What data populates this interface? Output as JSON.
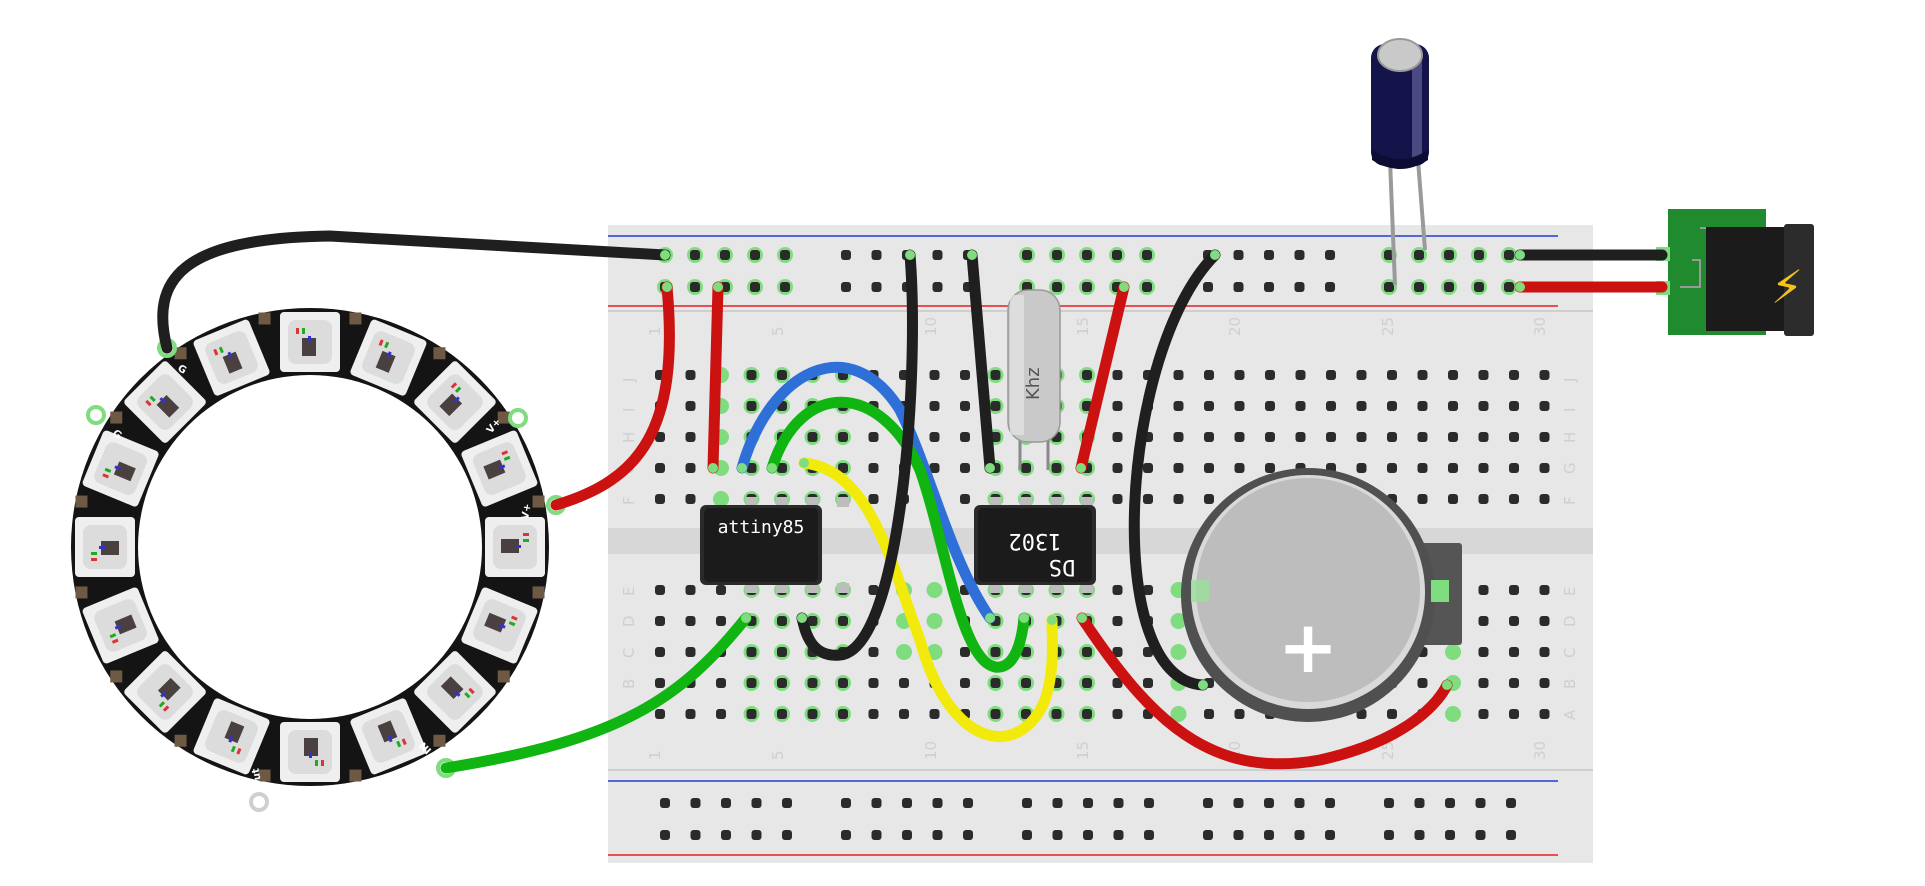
{
  "board": {
    "column_numbers": [
      "1",
      "5",
      "10",
      "15",
      "20",
      "25",
      "30"
    ],
    "rows_top": [
      "J",
      "I",
      "H",
      "G",
      "F"
    ],
    "rows_bottom": [
      "E",
      "D",
      "C",
      "B",
      "A"
    ]
  },
  "chips": {
    "attiny": {
      "label": "attiny85"
    },
    "rtc": {
      "line1": "1302",
      "line2": "DS"
    }
  },
  "crystal": {
    "label": "Khz"
  },
  "ring": {
    "labels": {
      "g1": "G",
      "g2": "G",
      "v1": "V+",
      "v2": "V+",
      "in": "IN",
      "out": "Out"
    }
  },
  "battery": {
    "symbol": "+"
  },
  "power_jack": {
    "symbol": "⚡"
  },
  "colors": {
    "wire_black": "#1f1f1f",
    "wire_red": "#cc1111",
    "wire_green": "#11b511",
    "wire_blue": "#2f6fd8",
    "wire_yellow": "#f2ea0a",
    "pin_active": "#7fdc7f",
    "breadboard": "#e7e7e7",
    "rail_blue": "#1f3fd6",
    "rail_red": "#e02020"
  }
}
